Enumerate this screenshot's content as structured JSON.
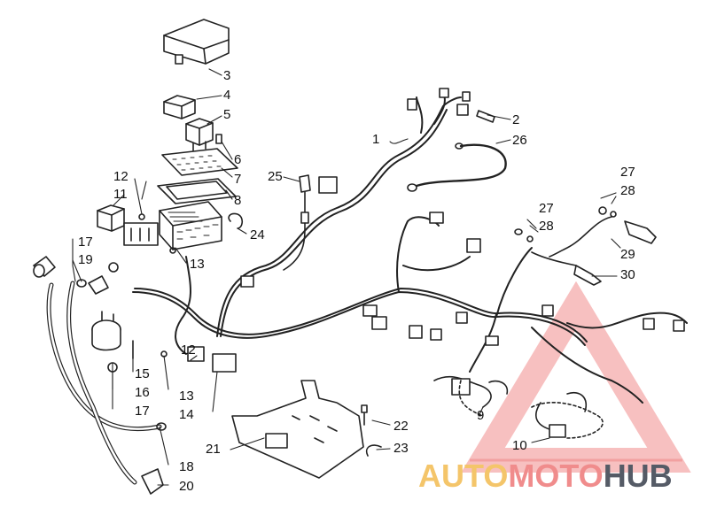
{
  "callouts": {
    "n1": "1",
    "n2": "2",
    "n3": "3",
    "n4": "4",
    "n5": "5",
    "n6": "6",
    "n7": "7",
    "n8": "8",
    "n9": "9",
    "n10": "10",
    "n11": "11",
    "n12a": "12",
    "n12b": "12",
    "n13a": "13",
    "n13b": "13",
    "n14": "14",
    "n15": "15",
    "n16": "16",
    "n17a": "17",
    "n17b": "17",
    "n18": "18",
    "n19": "19",
    "n20": "20",
    "n21": "21",
    "n22": "22",
    "n23": "23",
    "n24": "24",
    "n25": "25",
    "n26": "26",
    "n27a": "27",
    "n27b": "27",
    "n28a": "28",
    "n28b": "28",
    "n29": "29",
    "n30": "30"
  },
  "watermark": {
    "part1": "AUTO",
    "part2": "MOTO",
    "part3": "HUB",
    "colors": {
      "auto": "#f4c56a",
      "moto": "#f08c8c",
      "hub": "#555b66",
      "triangle": "#f08c8c"
    }
  }
}
